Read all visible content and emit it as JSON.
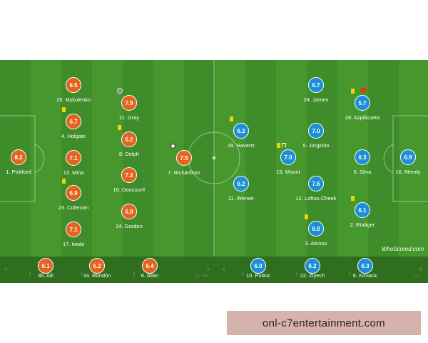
{
  "colors": {
    "home": "#e3641e",
    "away": "#1c8fd6",
    "pitch": "#3f8d2a",
    "yellow_card": "#f4d400"
  },
  "home_team": [
    {
      "number": "1",
      "name": "Pickford",
      "rating": "8.2",
      "icons": []
    },
    {
      "number": "19",
      "name": "Mykolenko",
      "rating": "6.5",
      "icons": []
    },
    {
      "number": "4",
      "name": "Holgate",
      "rating": "6.7",
      "icons": [
        "yellow-card"
      ]
    },
    {
      "number": "13",
      "name": "Mina",
      "rating": "7.1",
      "icons": []
    },
    {
      "number": "23",
      "name": "Coleman",
      "rating": "6.9",
      "icons": [
        "yellow-card"
      ]
    },
    {
      "number": "17",
      "name": "Iwobi",
      "rating": "7.1",
      "icons": []
    },
    {
      "number": "11",
      "name": "Gray",
      "rating": "7.9",
      "icons": [
        "assist",
        "sub-off"
      ]
    },
    {
      "number": "8",
      "name": "Delph",
      "rating": "6.2",
      "icons": [
        "yellow-card",
        "sub-off"
      ]
    },
    {
      "number": "16",
      "name": "Doucouré",
      "rating": "7.2",
      "icons": []
    },
    {
      "number": "24",
      "name": "Gordon",
      "rating": "6.8",
      "icons": []
    },
    {
      "number": "7",
      "name": "Richarlison",
      "rating": "7.5",
      "icons": [
        "goal",
        "sub-off"
      ]
    }
  ],
  "away_team": [
    {
      "number": "24",
      "name": "James",
      "rating": "6.7",
      "icons": []
    },
    {
      "number": "28",
      "name": "Azpilicueta",
      "rating": "5.7",
      "icons": [
        "yellow-card",
        "red-badge",
        "sub-off"
      ]
    },
    {
      "number": "5",
      "name": "Jorginho",
      "rating": "7.0",
      "icons": [
        "sub-off"
      ]
    },
    {
      "number": "29",
      "name": "Havertz",
      "rating": "6.2",
      "icons": [
        "yellow-card"
      ]
    },
    {
      "number": "19",
      "name": "Mount",
      "rating": "7.0",
      "icons": [
        "yellow-card",
        "gloves"
      ]
    },
    {
      "number": "6",
      "name": "Silva",
      "rating": "6.3",
      "icons": []
    },
    {
      "number": "16",
      "name": "Mendy",
      "rating": "6.9",
      "icons": []
    },
    {
      "number": "11",
      "name": "Werner",
      "rating": "6.2",
      "icons": [
        "sub-off"
      ]
    },
    {
      "number": "12",
      "name": "Loftus-Cheek",
      "rating": "7.6",
      "icons": []
    },
    {
      "number": "2",
      "name": "Rüdiger",
      "rating": "6.1",
      "icons": [
        "yellow-card"
      ]
    },
    {
      "number": "3",
      "name": "Alonso",
      "rating": "6.9",
      "icons": [
        "yellow-card"
      ]
    }
  ],
  "home_subs": [
    {
      "number": "36",
      "name": "Alli",
      "rating": "6.1"
    },
    {
      "number": "33",
      "name": "Rondón",
      "rating": "6.2"
    },
    {
      "number": "6",
      "name": "Allan",
      "rating": "6.4"
    },
    {
      "number": "15",
      "name": "Be",
      "rating": ""
    }
  ],
  "away_subs": [
    {
      "number": "10",
      "name": "Pulisic",
      "rating": "6.0"
    },
    {
      "number": "22",
      "name": "Ziyech",
      "rating": "6.2"
    },
    {
      "number": "8",
      "name": "Kovacic",
      "rating": "6.3"
    },
    {
      "number": "",
      "name": "Lu",
      "rating": ""
    }
  ],
  "branding": {
    "logo": "WhoScored.com"
  },
  "watermark": "onl-c7entertainment.com",
  "nav": {
    "prev": "‹",
    "next": "›"
  }
}
